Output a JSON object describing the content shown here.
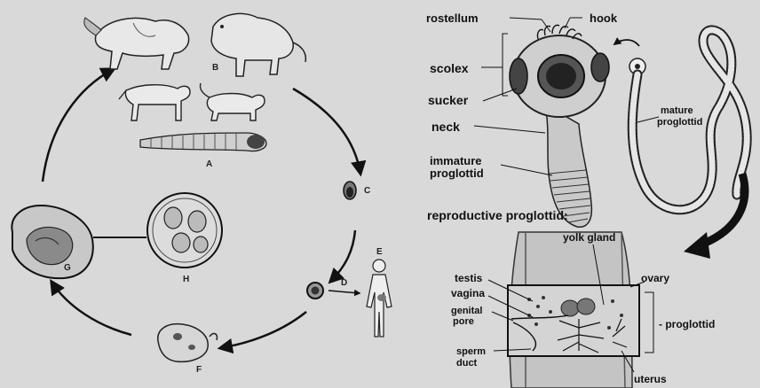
{
  "lifecycle": {
    "stage_letters": {
      "a": "A",
      "b": "B",
      "c": "C",
      "d": "D",
      "e": "E",
      "f": "F",
      "g": "G",
      "h": "H"
    }
  },
  "anatomy": {
    "labels": {
      "rostellum": "rostellum",
      "hook": "hook",
      "scolex": "scolex",
      "sucker": "sucker",
      "neck": "neck",
      "immature_line1": "immature",
      "immature_line2": "proglottid",
      "mature_line1": "mature",
      "mature_line2": "proglottid"
    }
  },
  "reproductive": {
    "title": "reproductive proglottid:",
    "labels": {
      "yolk_gland": "yolk gland",
      "testis": "testis",
      "vagina": "vagina",
      "genital_line1": "genital",
      "genital_line2": "pore",
      "sperm_line1": "sperm",
      "sperm_line2": "duct",
      "ovary": "ovary",
      "proglottid": "- proglottid",
      "uterus": "uterus"
    }
  }
}
